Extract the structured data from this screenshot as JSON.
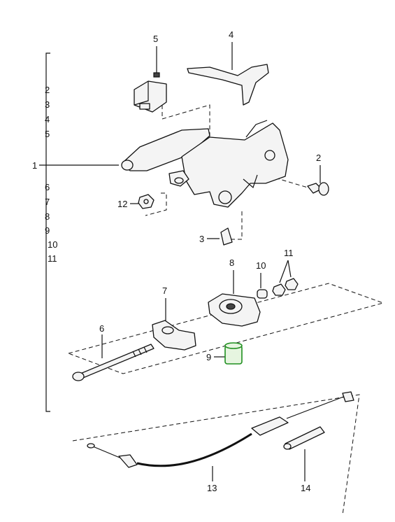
{
  "bracket": {
    "main_label": "1",
    "sub_labels": [
      "2",
      "3",
      "4",
      "5",
      "6",
      "7",
      "8",
      "9",
      "10",
      "11"
    ]
  },
  "callouts": {
    "c2": "2",
    "c3": "3",
    "c4": "4",
    "c5": "5",
    "c6": "6",
    "c7": "7",
    "c8": "8",
    "c9": "9",
    "c10": "10",
    "c11": "11",
    "c12": "12",
    "c13": "13",
    "c14": "14"
  },
  "highlight_part": "9",
  "colors": {
    "line": "#111111",
    "highlight": "#1f8f1f"
  }
}
